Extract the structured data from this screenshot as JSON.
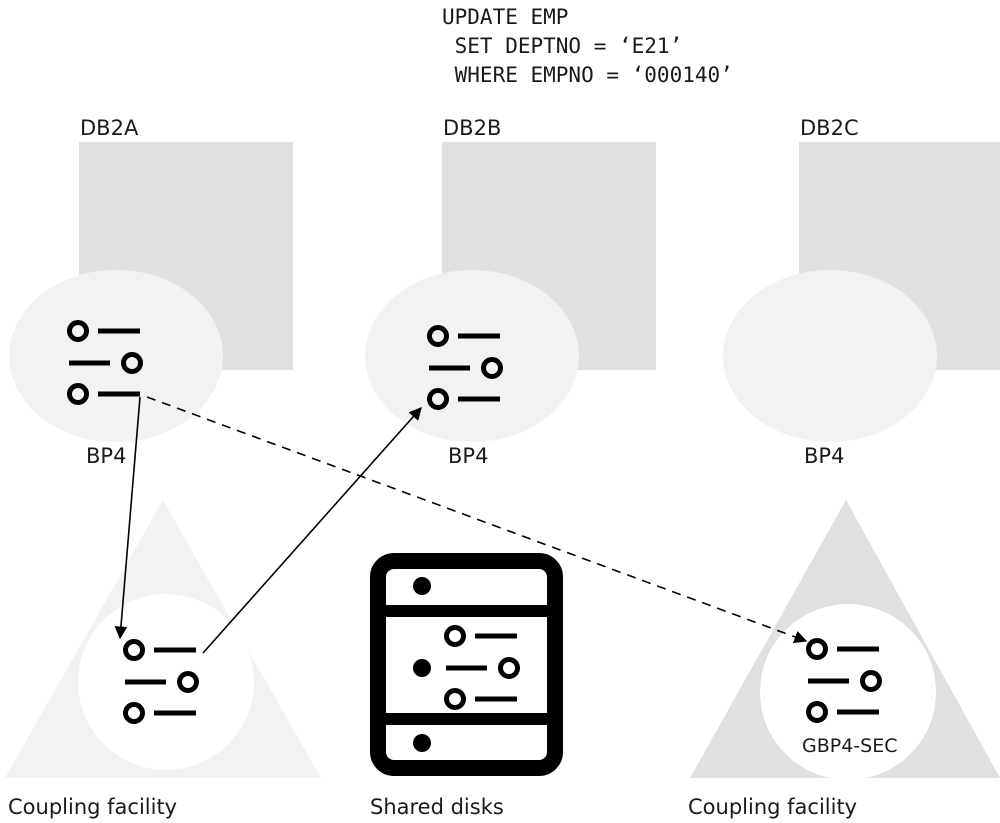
{
  "sql": {
    "line1": "UPDATE EMP",
    "line2": " SET DEPTNO = ‘E21’",
    "line3": " WHERE EMPNO = ‘000140’"
  },
  "systems": [
    {
      "name": "DB2A",
      "pool": "BP4"
    },
    {
      "name": "DB2B",
      "pool": "BP4"
    },
    {
      "name": "DB2C",
      "pool": "BP4"
    }
  ],
  "coupling": [
    {
      "label": "Coupling facility"
    },
    {
      "label": "Coupling facility",
      "structure": "GBP4-SEC"
    }
  ],
  "disks": {
    "label": "Shared disks"
  },
  "colors": {
    "subsystem": "#e0e0e0",
    "bufferpool": "#f2f2f2",
    "facilityPrimary": "#f2f2f2",
    "facilitySecondary": "#e0e0e0",
    "ink": "#000000"
  }
}
